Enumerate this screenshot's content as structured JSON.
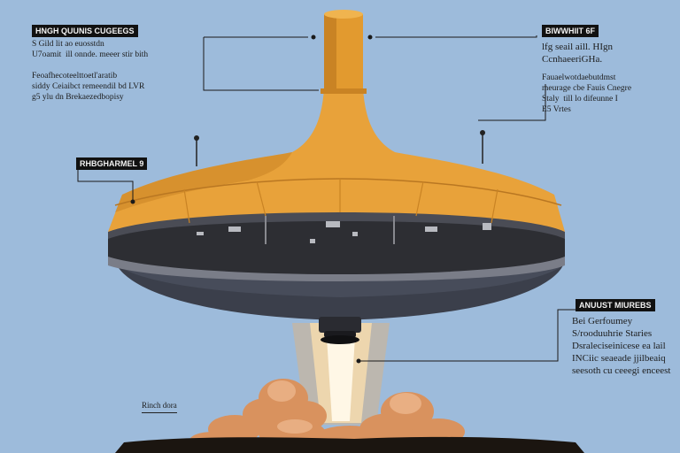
{
  "colors": {
    "background": "#9dbbdb",
    "shell": "#e8a23a",
    "shell_shadow": "#c98324",
    "underside": "#3a3d48",
    "band": "#2b2b2f",
    "flame": "#fff2cf",
    "smoke": "#d9925e",
    "ground": "#1b1510"
  },
  "labels": {
    "top_left_title": "HNGH QUUNIS CUGEEGS",
    "top_left_note": "S Gild lit ao euosstdn\nU7oamit  ill onnde. meeer stir bith",
    "mid_left_note": "Feoafhecoteelttoetl'aratib\nsiddy Ceiaibct remeendil bd LVR\ng5 ylu dn Brekaezedbopisy",
    "left_tag": "RHBGHARMEL 9",
    "top_right_title": "BIWWHIIT 6F",
    "top_right_note": "lfg seail aill. HIgn\nCcnhaeeriGHa.",
    "mid_right_note": "Fauaelwotdaebutdmst\nmeurage cbe Fauis Cnegre\nStaly  till lo difeunne I\nE5 Vrtes",
    "lower_right_title": "ANUUST MIUREBS",
    "lower_right_note": "Bei Gerfoumey\nS/rooduuhrie Staries\nDsraleciseinicese ea lail\nINCiic seaeade jjilbeaiq\nseesoth cu ceeegi enceest",
    "bottom_tag": "Rinch dora"
  }
}
